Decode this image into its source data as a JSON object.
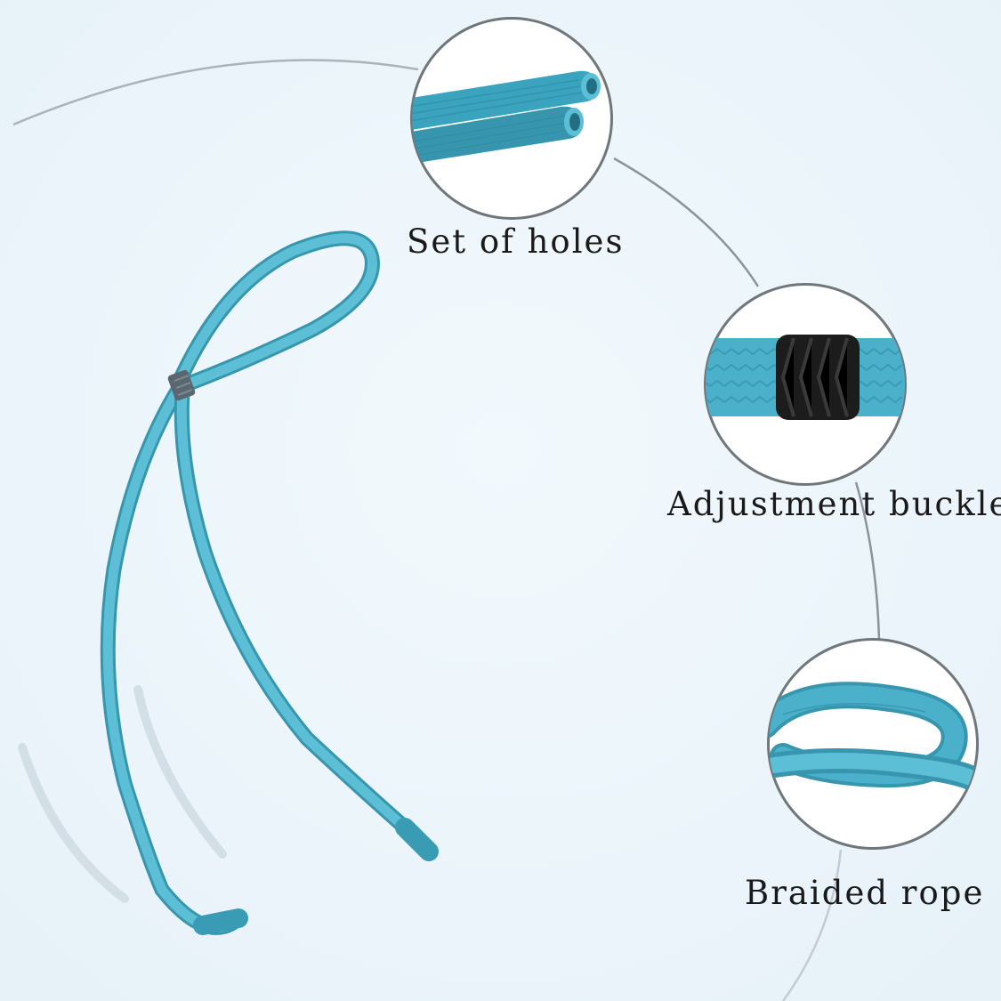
{
  "callouts": {
    "holes": {
      "label": "Set of holes"
    },
    "buckle": {
      "label": "Adjustment buckle"
    },
    "rope": {
      "label": "Braided rope"
    }
  },
  "colors": {
    "background": "#eef6fb",
    "rope": "#4bb0c9",
    "rope_dark": "#3796ae",
    "buckle": "#1c1c1c",
    "slider": "#5a6770",
    "arc": "#8a9499"
  }
}
